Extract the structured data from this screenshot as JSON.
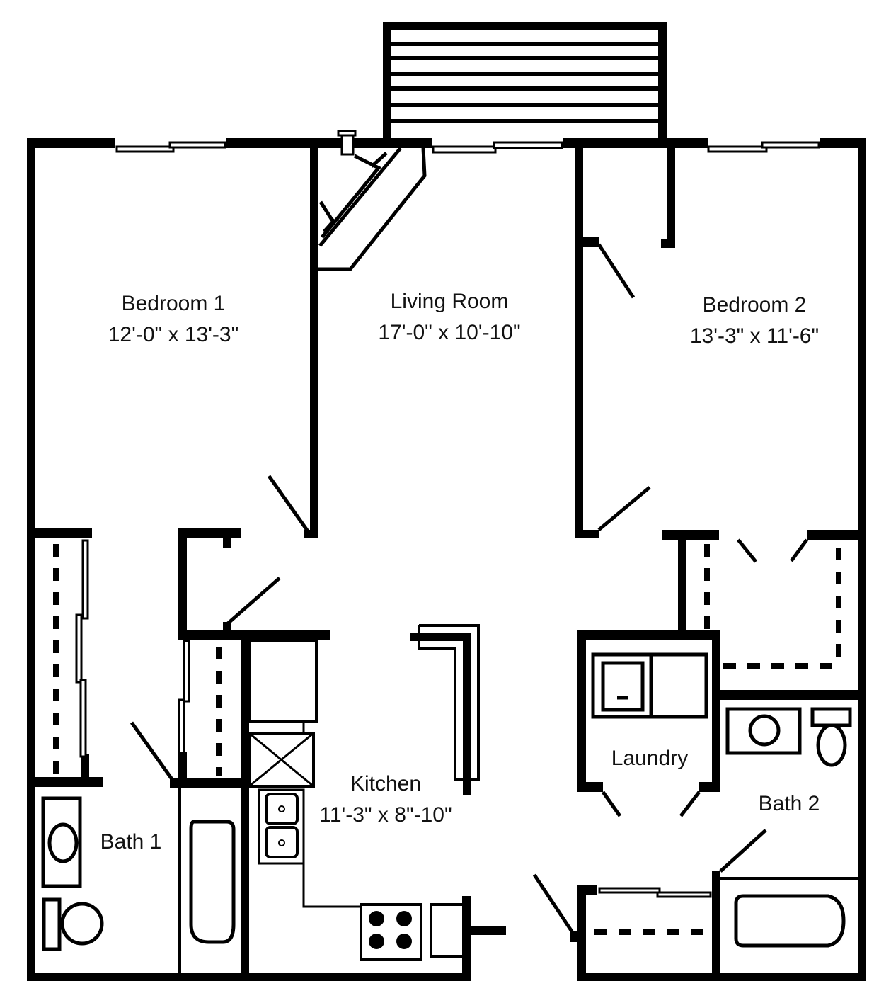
{
  "plan": {
    "wall_color": "#000000",
    "background": "#ffffff",
    "rooms": [
      {
        "id": "bedroom-1",
        "name": "Bedroom 1",
        "dims": "12'-0\" x 13'-3\""
      },
      {
        "id": "living-room",
        "name": "Living Room",
        "dims": "17'-0\" x 10'-10\""
      },
      {
        "id": "bedroom-2",
        "name": "Bedroom 2",
        "dims": "13'-3\" x 11'-6\""
      },
      {
        "id": "kitchen",
        "name": "Kitchen",
        "dims": "11'-3\" x 8\"-10\""
      },
      {
        "id": "laundry",
        "name": "Laundry",
        "dims": ""
      },
      {
        "id": "bath-1",
        "name": "Bath 1",
        "dims": ""
      },
      {
        "id": "bath-2",
        "name": "Bath 2",
        "dims": ""
      }
    ],
    "fixtures": [
      "balcony",
      "fireplace",
      "sliding-windows",
      "closets",
      "washer",
      "dryer",
      "refrigerator",
      "dishwasher",
      "double-sink",
      "range-stove",
      "bathtub",
      "toilet",
      "vanity-sink",
      "kitchen-bar-counter"
    ]
  }
}
